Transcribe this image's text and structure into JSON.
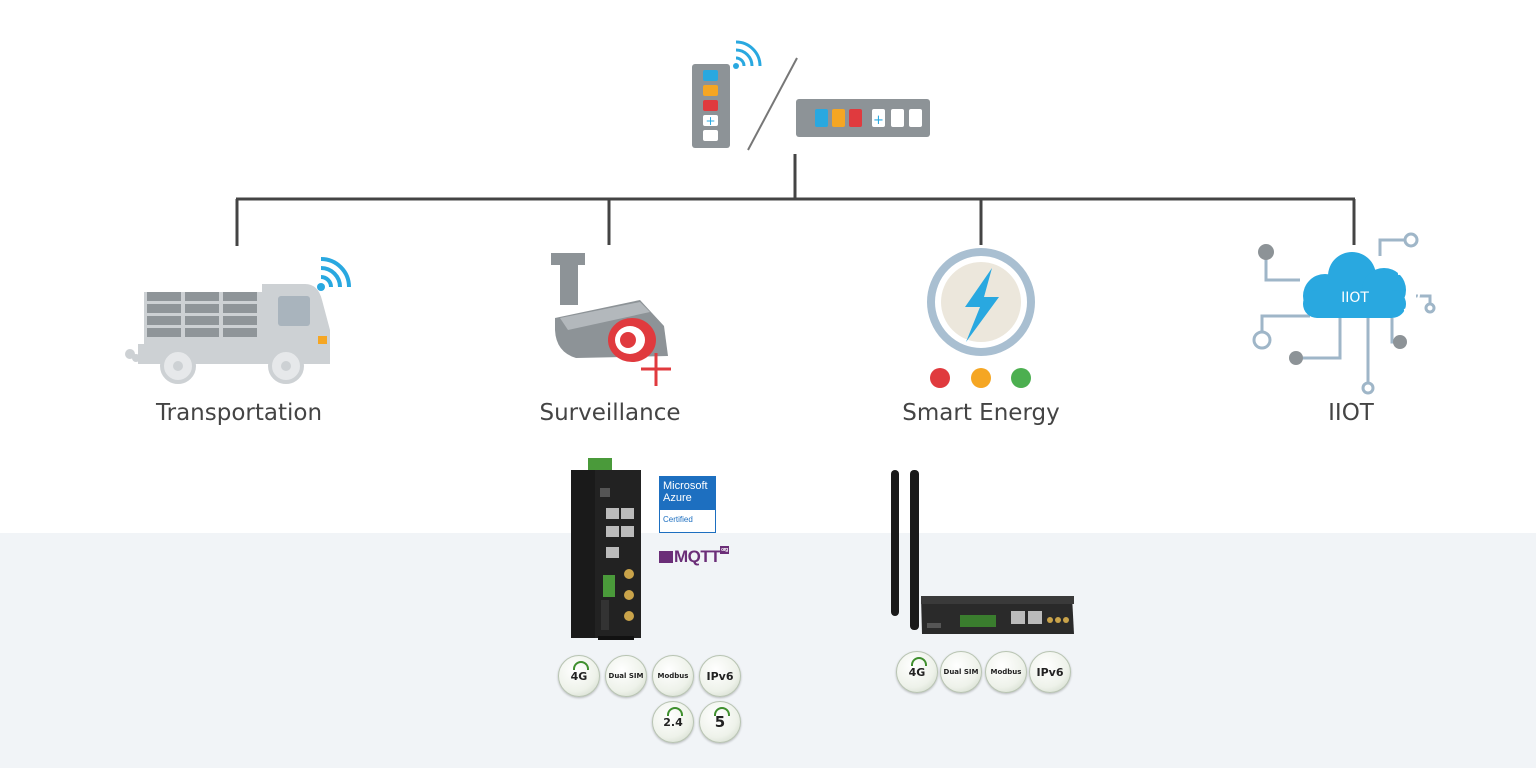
{
  "categories": [
    {
      "id": "transportation",
      "label": "Transportation"
    },
    {
      "id": "surveillance",
      "label": "Surveillance"
    },
    {
      "id": "smart-energy",
      "label": "Smart Energy"
    },
    {
      "id": "iiot",
      "label": "IIOT"
    }
  ],
  "iiot_cloud_text": "IIOT",
  "certifications": {
    "azure_line1": "Microsoft",
    "azure_line2": "Azure",
    "azure_line3": "Certified",
    "mqtt": "MQTT",
    "mqtt_org": "org"
  },
  "products": [
    {
      "id": "din-rail-router",
      "badges": [
        "4G",
        "Dual SIM",
        "Modbus",
        "IPv6",
        "2.4",
        "5"
      ]
    },
    {
      "id": "desktop-router",
      "badges": [
        "4G",
        "Dual SIM",
        "Modbus",
        "IPv6"
      ]
    }
  ],
  "colors": {
    "accent_blue": "#29a8e0",
    "orange": "#f5a623",
    "red": "#e03a3e",
    "green": "#4caf50",
    "grey_icon": "#9aa3ab",
    "line": "#444444"
  }
}
